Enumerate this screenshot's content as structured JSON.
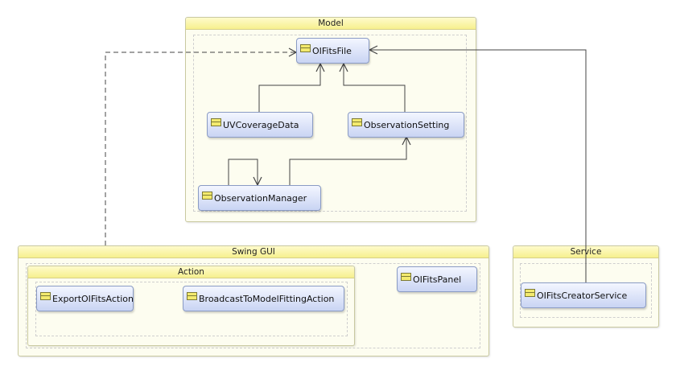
{
  "packages": {
    "model": "Model",
    "swing_gui": "Swing GUI",
    "action": "Action",
    "service": "Service"
  },
  "classes": {
    "oifits_file": "OIFitsFile",
    "uv_coverage_data": "UVCoverageData",
    "observation_setting": "ObservationSetting",
    "observation_manager": "ObservationManager",
    "export_oifits_action": "ExportOIFitsAction",
    "broadcast_action": "BroadcastToModelFittingAction",
    "oifits_panel": "OIFitsPanel",
    "oifits_creator_service": "OIFitsCreatorService"
  },
  "colors": {
    "package_fill": "#fdfdf0",
    "package_header": "#f6f08e",
    "class_fill": "#c9d4f3",
    "class_border": "#8a9bc4",
    "connector": "#444444"
  }
}
